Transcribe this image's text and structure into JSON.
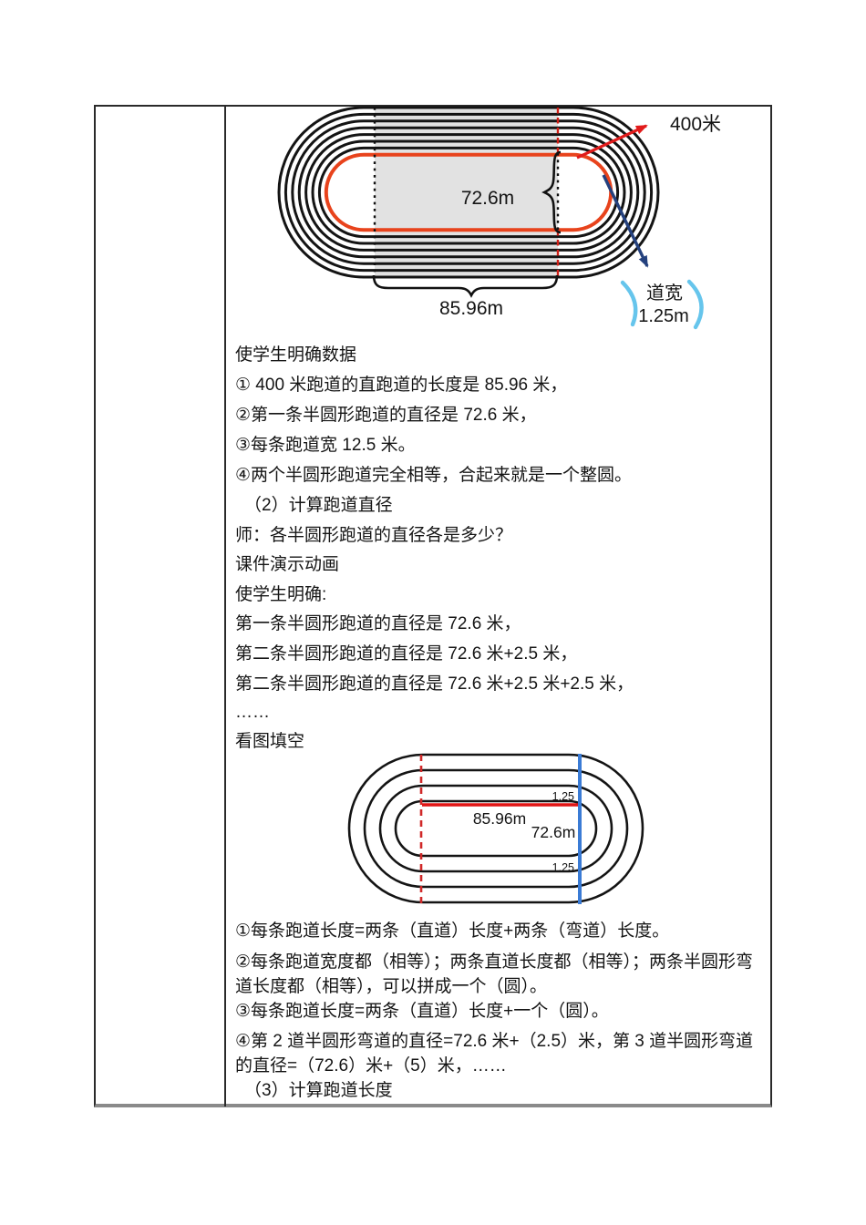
{
  "diagram1": {
    "label_total_length": "400米",
    "label_infield_width": "72.6m",
    "label_straight_length": "85.96m",
    "label_lane_width_title": "道宽",
    "label_lane_width_value": "1.25m",
    "black_lane_lines": 7,
    "colors": {
      "track_highlight": "#e8431c",
      "arrow_red": "#e21b1b",
      "arrow_navy": "#24417e",
      "arc_skyblue": "#66c5ec",
      "infield_gray": "#e2e2e2",
      "dash_red": "#cf2018"
    }
  },
  "diagram2": {
    "label_straight_length": "85.96m",
    "label_diameter": "72.6m",
    "label_lane_width_top": "1.25",
    "label_lane_width_bottom": "1.25",
    "black_lane_lines": 4,
    "colors": {
      "start_line_red_dashed": "#d02828",
      "finish_line_blue": "#3a7bd5",
      "straight_red": "#e01414"
    }
  },
  "paragraphs": {
    "m1": "使学生明确数据",
    "m2": "① 400 米跑道的直跑道的长度是 85.96 米，",
    "m3": "②第一条半圆形跑道的直径是 72.6 米，",
    "m4": "③每条跑道宽 12.5 米。",
    "m5": "④两个半圆形跑道完全相等，合起来就是一个整圆。",
    "m6": "（2）计算跑道直径",
    "m7": "师：各半圆形跑道的直径各是多少？",
    "m8": "课件演示动画",
    "m9": "使学生明确:",
    "m10": "第一条半圆形跑道的直径是 72.6 米，",
    "m11": "第二条半圆形跑道的直径是 72.6 米+2.5 米，",
    "m12": "第二条半圆形跑道的直径是 72.6 米+2.5 米+2.5 米，",
    "m13": "……",
    "m14": "看图填空",
    "b1": "①每条跑道长度=两条（直道）长度+两条（弯道）长度。",
    "b2": "②每条跑道宽度都（相等）；两条直道长度都（相等）；两条半圆形弯道长度都（相等），可以拼成一个（圆）。",
    "b3": "③每条跑道长度=两条（直道）长度+一个（圆）。",
    "b4": "④第 2 道半圆形弯道的直径=72.6 米+（2.5）米，第 3 道半圆形弯道的直径=（72.6）米+（5）米，……",
    "b5": "（3）计算跑道长度"
  }
}
